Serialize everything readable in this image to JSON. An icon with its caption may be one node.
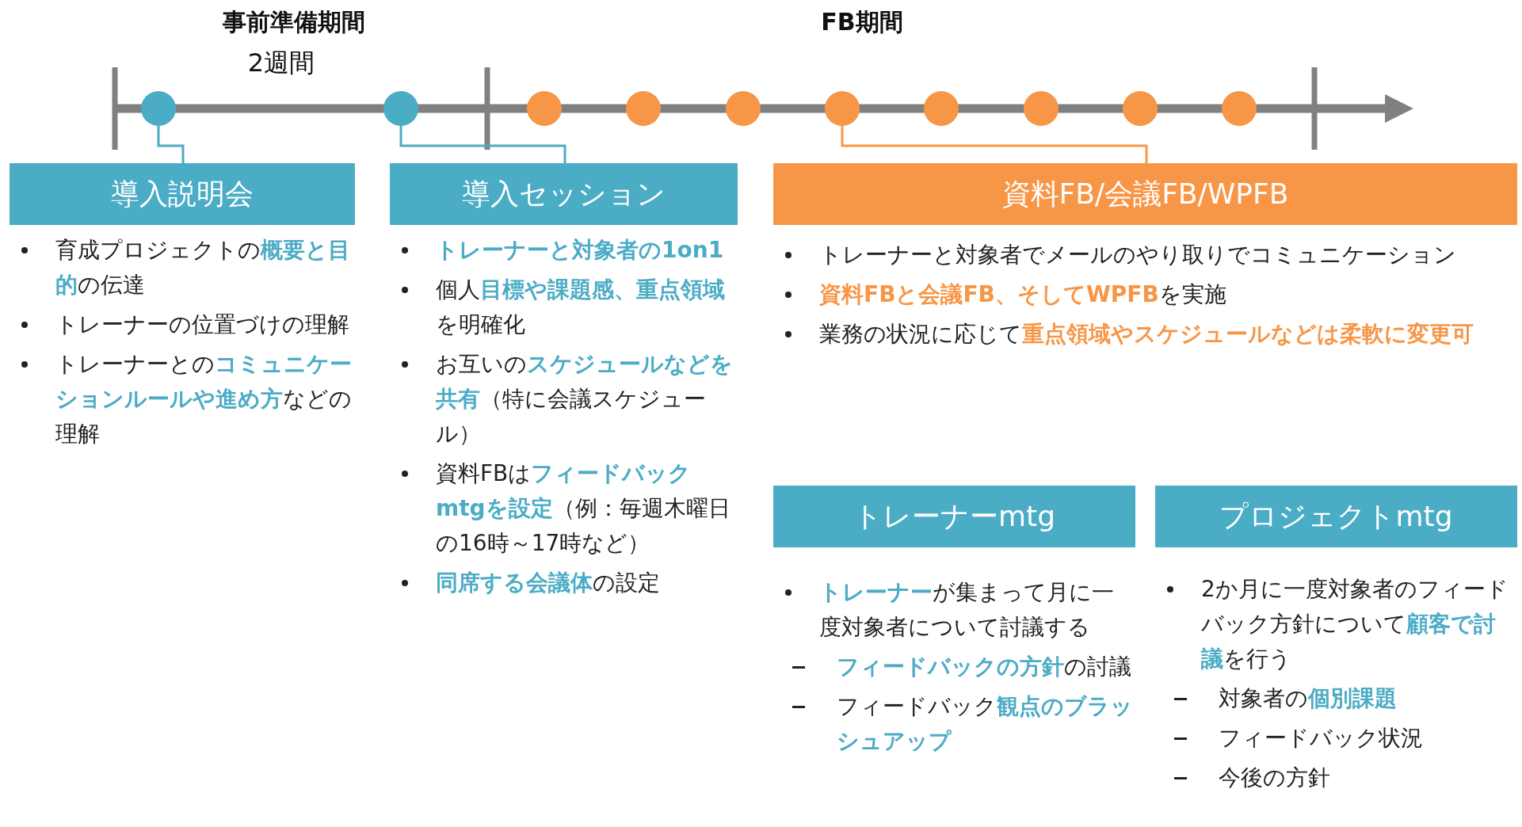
{
  "diagram": {
    "nodes": [
      {
        "text": [],
        "shape": "circle"
      },
      {
        "text": [],
        "shape": "circle"
      },
      {
        "text": [],
        "shape": "circle"
      },
      {
        "text": [],
        "shape": "circle"
      },
      {
        "text": [],
        "shape": "circle"
      },
      {
        "text": [],
        "shape": "circle"
      },
      {
        "text": [],
        "shape": "circle"
      },
      {
        "text": [],
        "shape": "circle"
      },
      {
        "text": [],
        "shape": "circle"
      },
      {
        "text": [],
        "shape": "circle"
      },
      {
        "text": [
          "導入説明会"
        ]
      },
      {
        "text": [
          "導入セッション"
        ]
      },
      {
        "text": [
          "資料FB/会議FB/WPFB"
        ]
      },
      {
        "text": [
          "トレーナーmtg"
        ]
      },
      {
        "text": [
          "プロジェクトmtg"
        ]
      }
    ],
    "edges": [
      {
        "from": 0,
        "to": 10,
        "arrow": "none"
      },
      {
        "from": 1,
        "to": 11,
        "arrow": "none"
      },
      {
        "from": 5,
        "to": 12,
        "arrow": "none",
        "color": "#f79646"
      }
    ],
    "labels": [
      "事前準備期間",
      "2週間",
      "FB期間",
      "育成プロジェクトの**概要と目的**の伝達",
      "トレーナーの位置づけの理解",
      "トレーナーとの**コミュニケーションルールや進め方**などの理解",
      "**トレーナーと対象者の1on1**",
      "個人**目標や課題感、重点領域**を明確化",
      "お互いの**スケジュールなどを共有**（特に会議スケジュール）",
      "資料FBは**フィードバックmtgを設定**（例：毎週木曜日の16時～17時など）",
      "**同席する会議体**の設定",
      "トレーナーと対象者でメールのやり取りでコミュニケーション",
      "**資料FBと会議FB、そしてWPFB**を実施",
      "業務の状況に応じて**重点領域やスケジュールなどは柔軟に変更可**",
      "**トレーナー**が集まって月に一度対象者について討議する",
      "**フィードバックの方針**の討議",
      "フィードバック**観点のブラッシュアップ**",
      "2か月に一度対象者のフィードバック方針について**顧客で討議**を行う",
      "対象者の**個別課題**",
      "フィードバック状況",
      "今後の方針"
    ]
  }
}
